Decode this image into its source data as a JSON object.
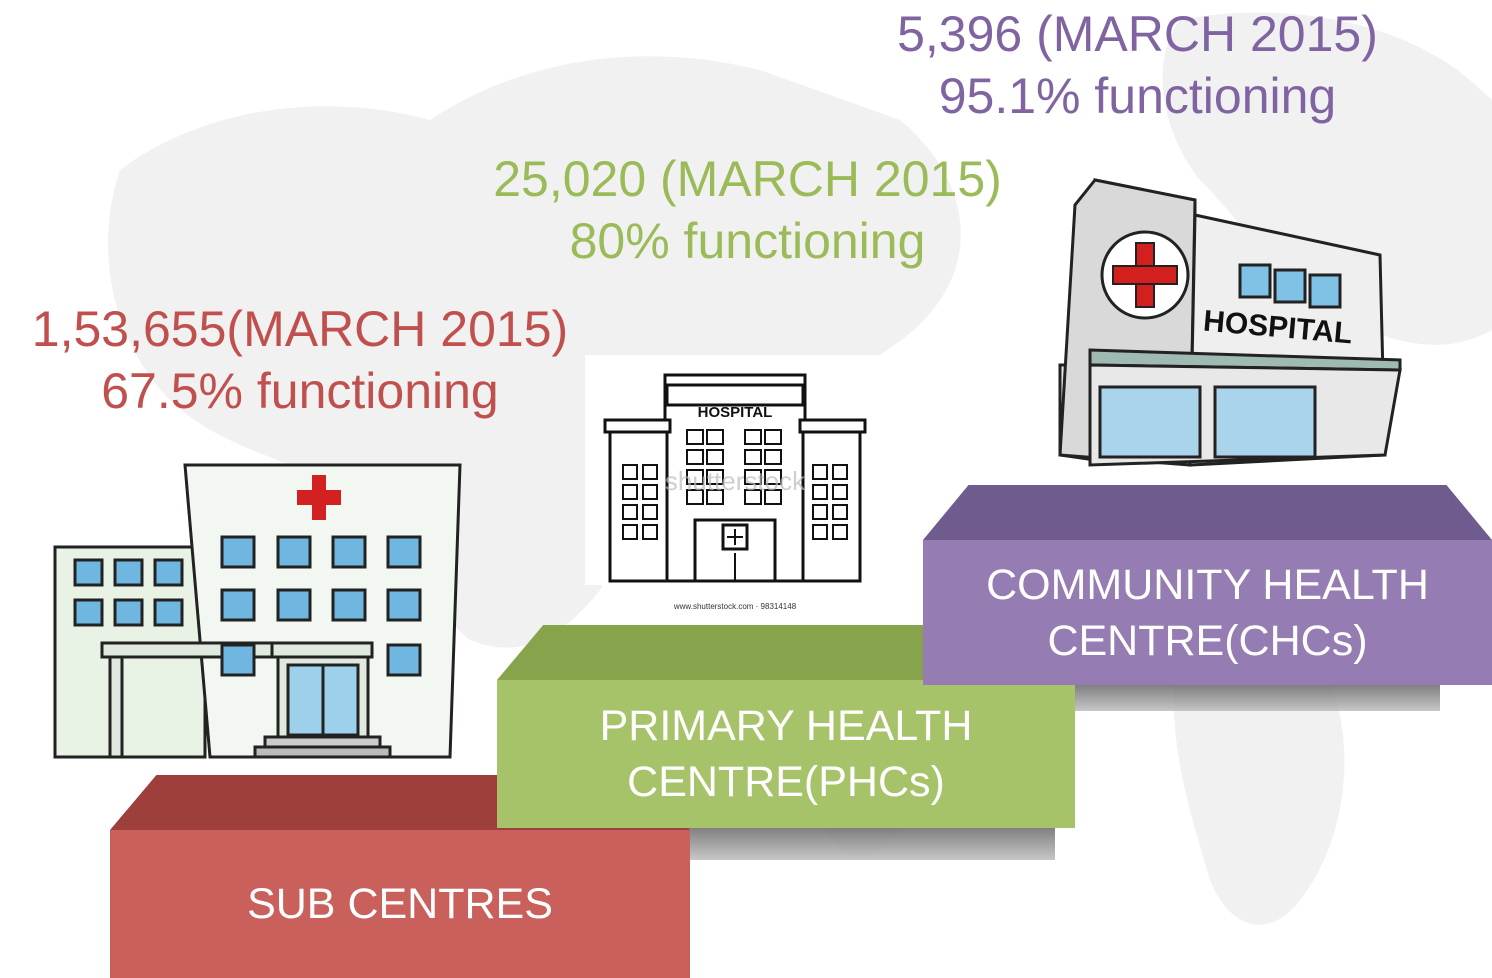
{
  "sub_centres": {
    "count_label": "1,53,655(MARCH 2015)",
    "functioning": "67.5% functioning",
    "name_line1": "SUB CENTRES",
    "color": "#c0504d"
  },
  "phc": {
    "count_label": "25,020 (MARCH 2015)",
    "functioning": "80% functioning",
    "name_line1": "PRIMARY HEALTH",
    "name_line2": "CENTRE(PHCs)",
    "color": "#9bbb59"
  },
  "chc": {
    "count_label": "5,396 (MARCH 2015)",
    "functioning": "95.1% functioning",
    "name_line1": "COMMUNITY HEALTH",
    "name_line2": "CENTRE(CHCs)",
    "color": "#8064a2"
  },
  "images": {
    "phc_sign": "HOSPITAL",
    "phc_watermark": "shutterstock",
    "phc_credit": "www.shutterstock.com · 98314148",
    "chc_sign": "HOSPITAL"
  }
}
